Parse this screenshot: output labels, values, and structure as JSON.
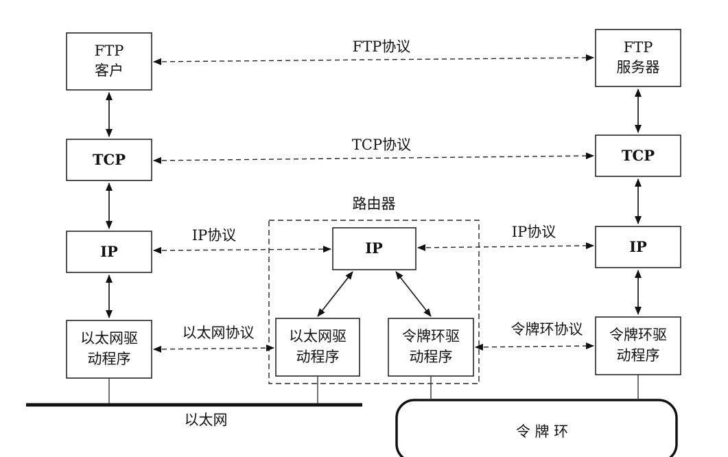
{
  "nodes": {
    "ftp_client": {
      "line1": "FTP",
      "line2": "客户"
    },
    "ftp_server": {
      "line1": "FTP",
      "line2": "服务器"
    },
    "tcp_left": {
      "label": "TCP"
    },
    "tcp_right": {
      "label": "TCP"
    },
    "ip_left": {
      "label": "IP"
    },
    "ip_router": {
      "label": "IP"
    },
    "ip_right": {
      "label": "IP"
    },
    "eth_driver_left": {
      "line1": "以太网驱",
      "line2": "动程序"
    },
    "eth_driver_router": {
      "line1": "以太网驱",
      "line2": "动程序"
    },
    "tr_driver_router": {
      "line1": "令牌环驱",
      "line2": "动程序"
    },
    "tr_driver_right": {
      "line1": "令牌环驱",
      "line2": "动程序"
    }
  },
  "labels": {
    "ftp_protocol": "FTP协议",
    "tcp_protocol": "TCP协议",
    "router": "路由器",
    "ip_protocol_left": "IP协议",
    "ip_protocol_right": "IP协议",
    "ethernet_protocol": "以太网协议",
    "token_ring_protocol": "令牌环协议",
    "ethernet": "以太网",
    "token_ring": "令 牌 环"
  }
}
